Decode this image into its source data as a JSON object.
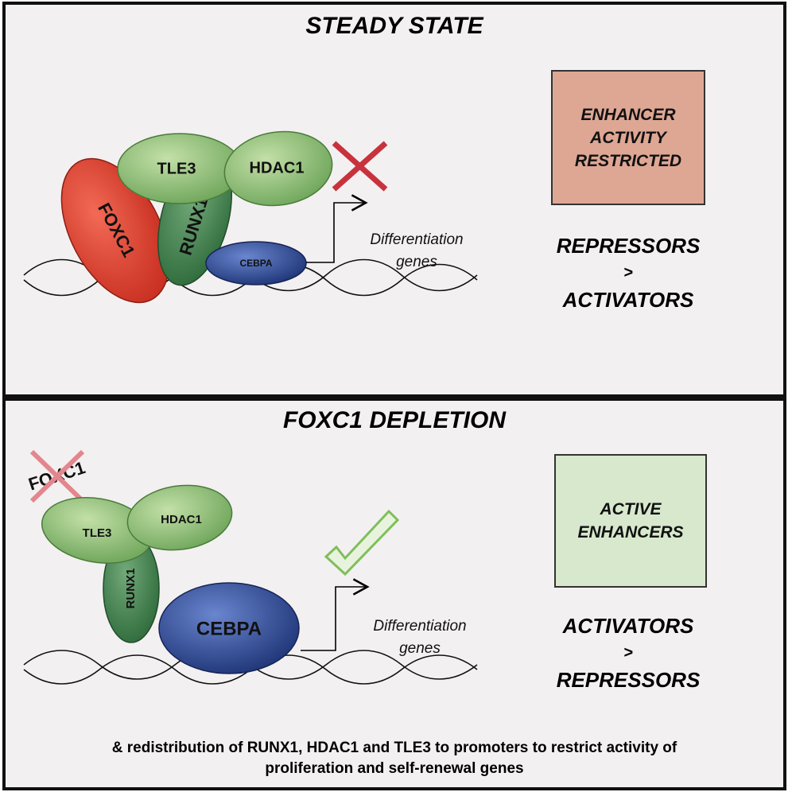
{
  "steady": {
    "title": "STEADY STATE",
    "box_lines": [
      "ENHANCER",
      "ACTIVITY",
      "RESTRICTED"
    ],
    "box_color": "#dea794",
    "ratio_top": "REPRESSORS",
    "ratio_gt": ">",
    "ratio_bottom": "ACTIVATORS",
    "proteins": {
      "tle3": "TLE3",
      "hdac1": "HDAC1",
      "foxc1": "FOXC1",
      "runx1": "RUNX1",
      "cebpa": "CEBPA"
    },
    "target": [
      "Differentiation",
      "genes"
    ],
    "status_icon": "red-x-icon"
  },
  "depletion": {
    "title": "FOXC1 DEPLETION",
    "box_lines": [
      "ACTIVE",
      "ENHANCERS"
    ],
    "box_color": "#d8e8cd",
    "ratio_top": "ACTIVATORS",
    "ratio_gt": ">",
    "ratio_bottom": "REPRESSORS",
    "proteins": {
      "foxc1": "FOXC1",
      "tle3": "TLE3",
      "hdac1": "HDAC1",
      "runx1": "RUNX1",
      "cebpa": "CEBPA"
    },
    "target": [
      "Differentiation",
      "genes"
    ],
    "status_icon": "green-check-icon"
  },
  "footnote": [
    "& redistribution of RUNX1, HDAC1 and TLE3 to promoters to restrict activity of",
    "proliferation and self-renewal genes"
  ],
  "colors": {
    "red": "#d93a2b",
    "green_light": "#8fc174",
    "green_dark": "#3f7a4a",
    "blue": "#2f4a94",
    "cross": "#c8323c",
    "check": "#8dc46a"
  }
}
